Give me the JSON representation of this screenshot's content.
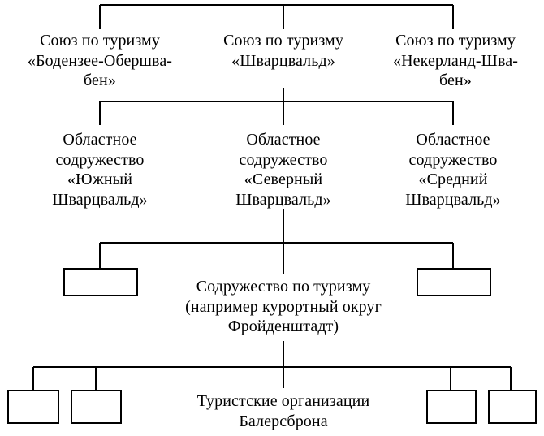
{
  "unions": [
    "Союз по туризму\n«Бодензее-Обершва-\nбен»",
    "Союз по туризму\n«Шварцвальд»",
    "Союз по туризму\n«Некерланд-Шва-\nбен»"
  ],
  "regional": [
    "Областное\nсодружество\n«Южный\nШварцвальд»",
    "Областное\nсодружество\n«Северный\nШварцвальд»",
    "Областное\nсодружество\n«Средний\nШварцвальд»"
  ],
  "community": "Содружество по туризму\n(например курортный округ\nФройденштадт)",
  "organizations": "Туристские организации\nБалерсброна"
}
